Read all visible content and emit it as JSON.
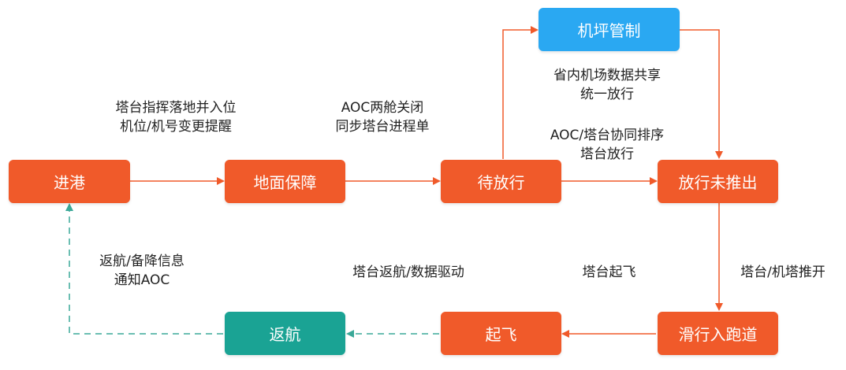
{
  "colors": {
    "orange": "#f05a2a",
    "blue": "#2aa8f2",
    "teal": "#1aa394",
    "arrow": "#f05a2a",
    "dashed_arrow": "#3aa898"
  },
  "nodes": {
    "inbound": "进港",
    "ground_service": "地面保障",
    "awaiting_release": "待放行",
    "apron_control": "机坪管制",
    "released_not_pushed": "放行未推出",
    "taxi_to_runway": "滑行入跑道",
    "takeoff": "起飞",
    "return": "返航"
  },
  "edge_labels": {
    "inbound_to_ground": [
      "塔台指挥落地并入位",
      "机位/机号变更提醒"
    ],
    "ground_to_awaiting": [
      "AOC两舱关闭",
      "同步塔台进程单"
    ],
    "apron_to_released": [
      "省内机场数据共享",
      "统一放行"
    ],
    "awaiting_to_released": [
      "AOC/塔台协同排序",
      "塔台放行"
    ],
    "released_to_taxi": "塔台/机塔推开",
    "taxi_to_takeoff": "塔台起飞",
    "takeoff_to_return": "塔台返航/数据驱动",
    "return_to_inbound": [
      "返航/备降信息",
      "通知AOC"
    ]
  }
}
